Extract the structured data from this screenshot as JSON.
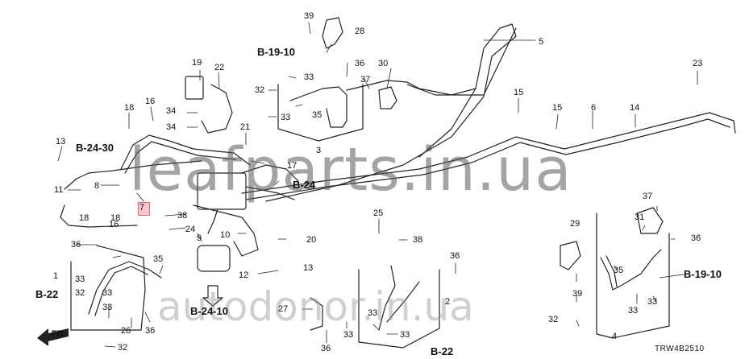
{
  "diagram": {
    "part_numbers": {
      "n1": "1",
      "n2": "2",
      "n3": "3",
      "n4": "4",
      "n5": "5",
      "n6": "6",
      "n7": "7",
      "n8": "8",
      "n9": "9",
      "n10": "10",
      "n11": "11",
      "n12": "12",
      "n13a": "13",
      "n13b": "13",
      "n14": "14",
      "n15a": "15",
      "n15b": "15",
      "n16a": "16",
      "n16b": "16",
      "n17": "17",
      "n18a": "18",
      "n18b": "18",
      "n18c": "18",
      "n19": "19",
      "n20": "20",
      "n21": "21",
      "n22": "22",
      "n23": "23",
      "n24": "24",
      "n25": "25",
      "n26": "26",
      "n27": "27",
      "n28": "28",
      "n29": "29",
      "n30": "30",
      "n31": "31",
      "n32a": "32",
      "n32b": "32",
      "n32c": "32",
      "n33a": "33",
      "n33b": "33",
      "n33c": "33",
      "n33d": "33",
      "n33e": "33",
      "n33f": "33",
      "n33g": "33",
      "n33h": "33",
      "n33i": "33",
      "n33j": "33",
      "n34a": "34",
      "n34b": "34",
      "n35a": "35",
      "n35b": "35",
      "n35c": "35",
      "n36a": "36",
      "n36b": "36",
      "n36c": "36",
      "n36d": "36",
      "n36e": "36",
      "n36f": "36",
      "n37a": "37",
      "n37b": "37",
      "n38a": "38",
      "n38b": "38",
      "n39a": "39",
      "n39b": "39"
    },
    "refs": {
      "b1910_top": "B-19-10",
      "b2430": "B-24-30",
      "b24": "B-24",
      "b2410": "B-24-10",
      "b22_left": "B-22",
      "b22_bottom": "B-22",
      "b1910_right": "B-19-10"
    },
    "front_label": "FR.",
    "diagram_code": "TRW4B2510",
    "watermarks": {
      "top": "leafparts.in.ua",
      "bottom": "autodonor.in.ua"
    }
  }
}
